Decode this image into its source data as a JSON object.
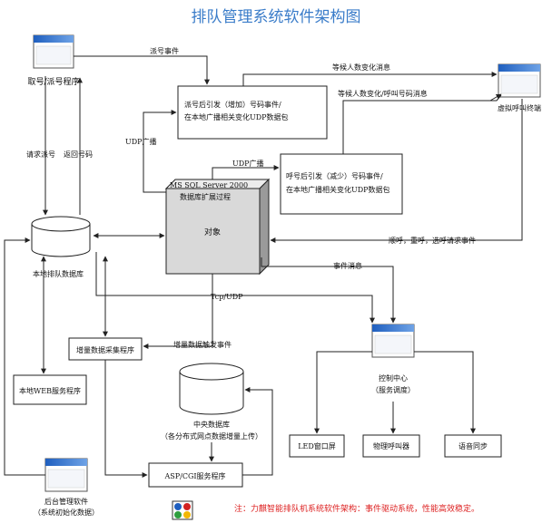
{
  "title": "排队管理系统软件架构图",
  "nodes": {
    "ticket_program": "取号/派号程序",
    "dispatch_event": "派号事件",
    "dispatch_box_line1": "派号后引发（增加）号码事件/",
    "dispatch_box_line2": "在本地广播相关变化UDP数据包",
    "virtual_terminal": "虚拟呼叫终端",
    "waiting_change_1": "等候人数变化消息",
    "waiting_change_2": "等候人数变化/呼叫号码消息",
    "request_number": "请求派号",
    "return_number": "返回号码",
    "udp_broadcast_1": "UDP广播",
    "udp_broadcast_2": "UDP广播",
    "call_box_line1": "呼号后引发（减少）号码事件/",
    "call_box_line2": "在本地广播相关变化UDP数据包",
    "db_ext_line1": "MS SQL Server 2000",
    "db_ext_line2": "数据库扩展过程",
    "object": "对象",
    "local_db": "本地排队数据库",
    "terminal_requests": "顺呼，重呼，选呼请求事件",
    "event_msg": "事件消息",
    "tcp_udp": "Tcp/UDP",
    "incremental_collector": "增量数据采集程序",
    "incremental_trigger": "增量数据触发事件",
    "control_center_line1": "控制中心",
    "control_center_line2": "（服务调度）",
    "local_web": "本地WEB服务程序",
    "central_db_line1": "中央数据库",
    "central_db_line2": "（各分布式网点数据增量上传）",
    "led": "LED窗口屏",
    "physical_pager": "物理呼叫器",
    "voice_sync": "语音同步",
    "asp_cgi": "ASP/CGI服务程序",
    "admin_line1": "后台管理软件",
    "admin_line2": "（系统初始化数据）",
    "footer_note": "注：力麒智能排队机系统软件架构：事件驱动系统，性能高效稳定。"
  },
  "colors": {
    "title": "#3a7cc9",
    "window_bar": "#1f5fbf",
    "note": "#d22222",
    "cube": "#d9d9d9"
  }
}
